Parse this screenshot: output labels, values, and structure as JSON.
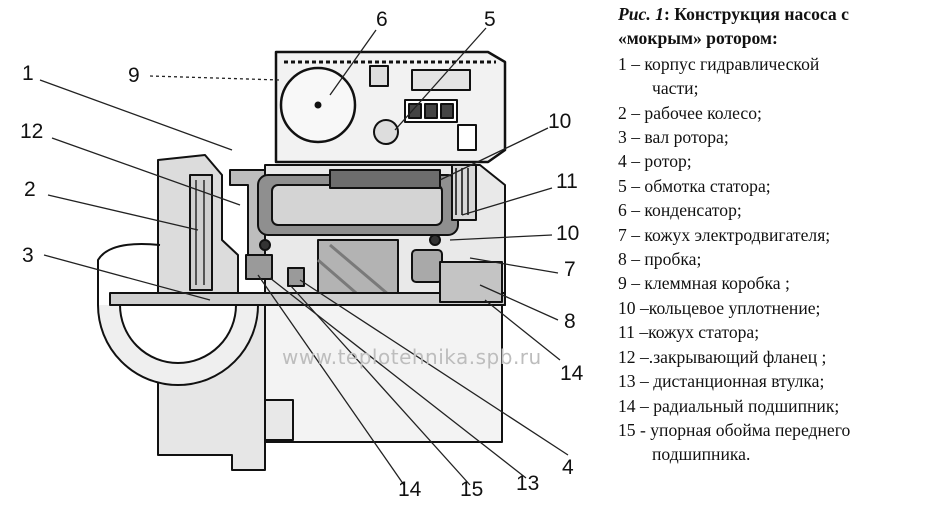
{
  "caption": {
    "figure_ref": "Рис. 1",
    "title": ": Конструкция насоса с «мокрым» ротором:"
  },
  "legend": [
    {
      "line1": "1 – корпус гидравлической",
      "line2": "части;"
    },
    {
      "line1": "2 – рабочее колесо;",
      "line2": ""
    },
    {
      "line1": "3 – вал ротора;",
      "line2": ""
    },
    {
      "line1": "4 – ротор;",
      "line2": ""
    },
    {
      "line1": "5 – обмотка статора;",
      "line2": ""
    },
    {
      "line1": "6 – конденсатор;",
      "line2": ""
    },
    {
      "line1": "7 – кожух электродвигателя;",
      "line2": ""
    },
    {
      "line1": "8 – пробка;",
      "line2": ""
    },
    {
      "line1": "9 – клеммная коробка ;",
      "line2": ""
    },
    {
      "line1": "10 –кольцевое уплотнение;",
      "line2": ""
    },
    {
      "line1": "11 –кожух статора;",
      "line2": ""
    },
    {
      "line1": "12 –.закрывающий фланец ;",
      "line2": ""
    },
    {
      "line1": "13 – дистанционная втулка;",
      "line2": ""
    },
    {
      "line1": "14 – радиальный  подшипник;",
      "line2": ""
    },
    {
      "line1": "15 - упорная обойма переднего",
      "line2": "подшипника."
    }
  ],
  "callouts": {
    "n1": "1",
    "n2": "2",
    "n3": "3",
    "n4": "4",
    "n5": "5",
    "n6": "6",
    "n7": "7",
    "n8": "8",
    "n9": "9",
    "n10a": "10",
    "n10b": "10",
    "n11": "11",
    "n12": "12",
    "n13": "13",
    "n14a": "14",
    "n14b": "14",
    "n15": "15"
  },
  "watermark": "www.teplotehnika.spb.ru"
}
